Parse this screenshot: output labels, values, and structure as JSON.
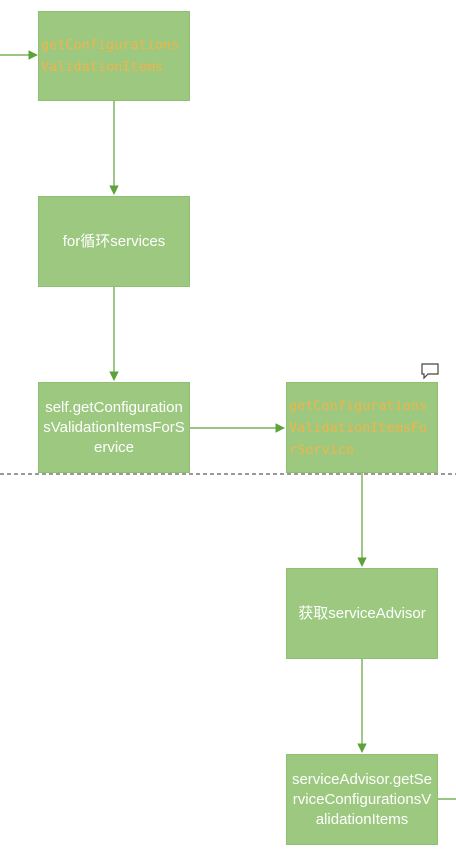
{
  "diagram": {
    "nodes": {
      "get_items": "getConfigurationsValidationItems",
      "for_loop": "for循环services",
      "self_call": "self.getConfigurationsValidationItemsForService",
      "for_service": "getConfigurationsValidationItemsForService",
      "get_advisor": "获取serviceAdvisor",
      "advisor_call": "serviceAdvisor.getServiceConfigurationsValidationItems"
    },
    "colors": {
      "node_fill": "#9cc97f",
      "node_text": "#ffffff",
      "code_text": "#f0b44c",
      "arrow": "#5ea33a",
      "divider": "#333333"
    },
    "icons": {
      "comment": "comment-icon"
    }
  }
}
